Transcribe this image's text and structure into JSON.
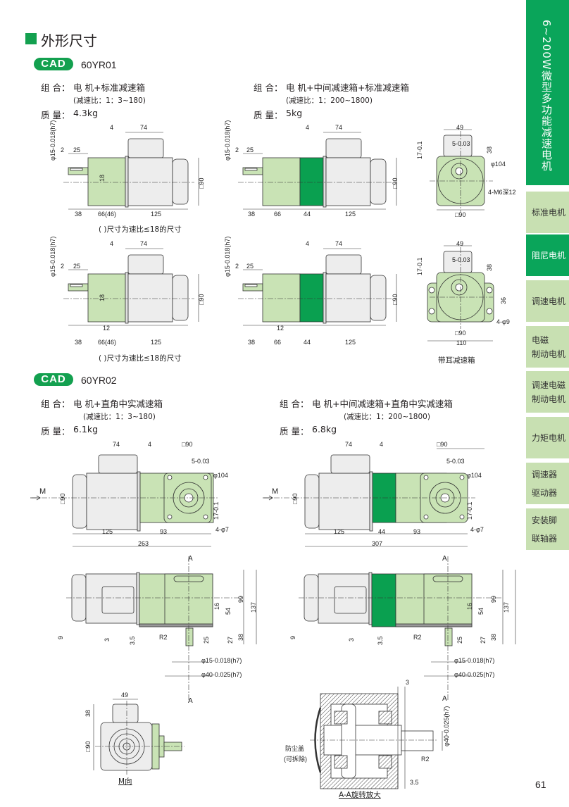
{
  "section_title": "外形尺寸",
  "sidebar": {
    "category": "6~200W微型多功能减速电机",
    "items": [
      {
        "label": "标准电机"
      },
      {
        "label": "阻尼电机",
        "active": true
      },
      {
        "label": "调速电机"
      },
      {
        "label": "电磁\n制动电机"
      },
      {
        "label": "调速电磁\n制动电机"
      },
      {
        "label": "力矩电机"
      },
      {
        "label": "调速器\n驱动器"
      },
      {
        "label": "安装脚\n联轴器"
      }
    ]
  },
  "models": [
    {
      "cad": "CAD",
      "model": "60YR01",
      "variants": [
        {
          "combo_label": "组 合：",
          "combo": "电 机+标准减速箱",
          "ratio": "(减速比：1：3~180)",
          "mass_label": "质 量：",
          "mass": "4.3kg"
        },
        {
          "combo_label": "组 合：",
          "combo": "电 机+中间减速箱+标准减速箱",
          "ratio": "(减速比：1：200~1800)",
          "mass_label": "质 量：",
          "mass": "5kg"
        }
      ]
    },
    {
      "cad": "CAD",
      "model": "60YR02",
      "variants": [
        {
          "combo_label": "组 合：",
          "combo": "电 机+直角中实减速箱",
          "ratio": "(减速比：1：3~180)",
          "mass_label": "质 量：",
          "mass": "6.1kg"
        },
        {
          "combo_label": "组 合：",
          "combo": "电 机+中间减速箱+直角中实减速箱",
          "ratio": "(减速比：1：200~1800)",
          "mass_label": "质 量：",
          "mass": "6.8kg"
        }
      ]
    }
  ],
  "notes": {
    "ratio_note": "( )尺寸为速比≤18的尺寸",
    "ear_gearbox": "带耳减速箱",
    "m_view": "M向",
    "section_view": "A-A旋转放大",
    "dust_cover": "防尘盖",
    "removable": "(可拆除)"
  },
  "dims": {
    "shaft15": "φ15-0.018(h7)",
    "shaft40": "φ40-0.025(h7)",
    "d4": "4",
    "d74": "74",
    "d2": "2",
    "d25": "25",
    "d38": "38",
    "d66_46": "66(46)",
    "d66": "66",
    "d44": "44",
    "d125": "125",
    "sq90": "□90",
    "d18": "18",
    "d12": "12",
    "d49": "49",
    "key5": "5-0.03",
    "d17": "17-0.1",
    "phi104": "φ104",
    "m6": "4-M6深12",
    "d36": "36",
    "phi9": "4-φ9",
    "d110": "110",
    "phi7": "4-φ7",
    "d93": "93",
    "d263": "263",
    "d307": "307",
    "M": "M",
    "A": "A",
    "d9": "9",
    "d3": "3",
    "d35": "3.5",
    "R2": "R2",
    "d16": "16",
    "d54": "54",
    "d99": "99",
    "d137": "137",
    "d27": "27"
  },
  "page_number": "61",
  "colors": {
    "brand": "#13a04f",
    "gear_light": "#c9e3b5",
    "gear_dark": "#0aa050",
    "tab": "#c8e0b2"
  }
}
